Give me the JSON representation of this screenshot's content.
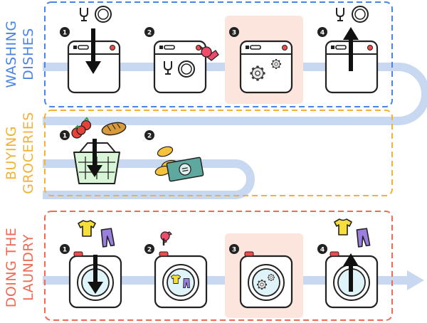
{
  "colors": {
    "washing": "#4a84e8",
    "groceries": "#f2b23a",
    "laundry": "#ef6a55",
    "path": "#c7d8f0",
    "highlight": "#fbe5dc",
    "water": "#dff4f8"
  },
  "sections": {
    "washing": {
      "title_line1": "WASHING",
      "title_line2": "DISHES",
      "steps": [
        {
          "num": "1",
          "icon": "load-dishes-icon"
        },
        {
          "num": "2",
          "icon": "press-start-icon"
        },
        {
          "num": "3",
          "icon": "dishwasher-running-icon"
        },
        {
          "num": "4",
          "icon": "unload-dishes-icon"
        }
      ]
    },
    "groceries": {
      "title_line1": "BUYING",
      "title_line2": "GROCERIES",
      "steps": [
        {
          "num": "1",
          "icon": "fill-basket-icon"
        },
        {
          "num": "2",
          "icon": "pay-icon"
        }
      ]
    },
    "laundry": {
      "title_line1": "DOING THE",
      "title_line2": "LAUNDRY",
      "steps": [
        {
          "num": "1",
          "icon": "load-clothes-icon"
        },
        {
          "num": "2",
          "icon": "press-start-icon"
        },
        {
          "num": "3",
          "icon": "washer-running-icon"
        },
        {
          "num": "4",
          "icon": "unload-clothes-icon"
        }
      ]
    }
  }
}
